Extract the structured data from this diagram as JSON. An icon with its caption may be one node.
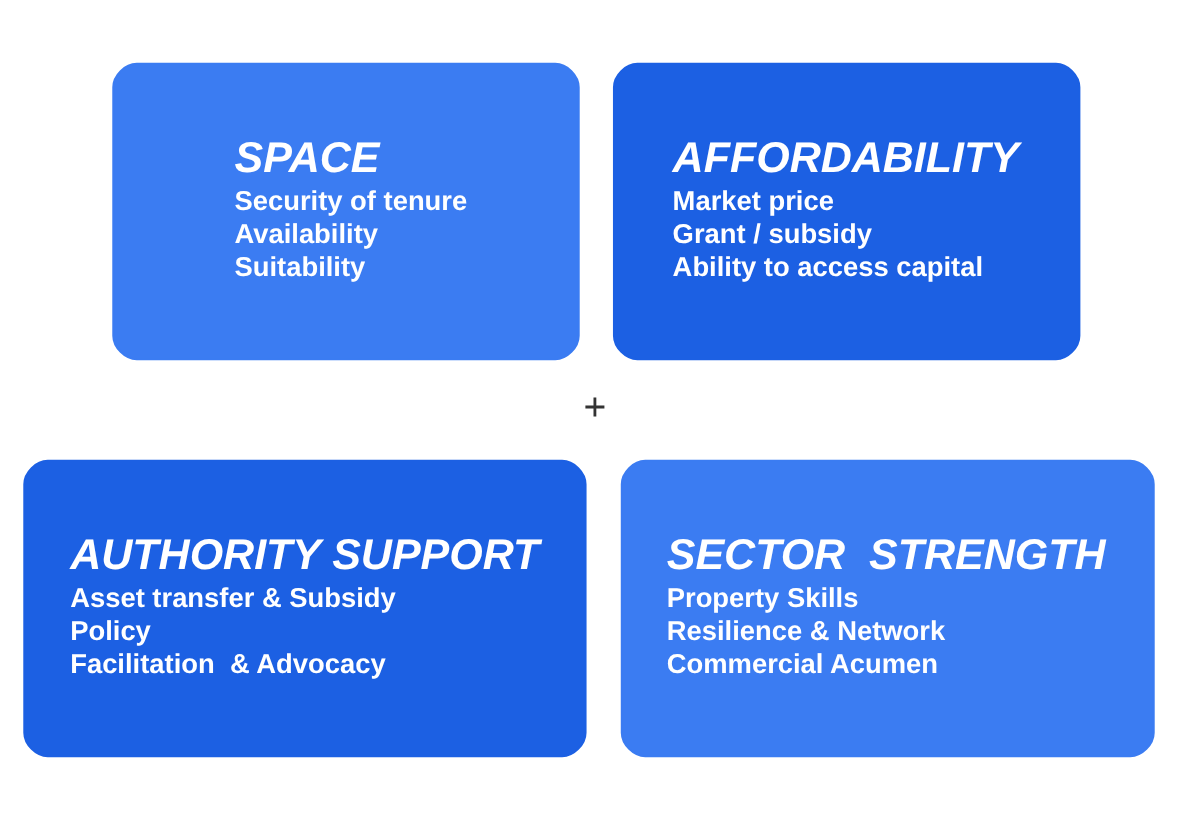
{
  "diagram": {
    "nodes": [
      {
        "text": [
          "SPACE",
          "Security of tenure",
          "Availability",
          "Suitability"
        ]
      },
      {
        "text": [
          "AFFORDABILITY",
          "Market price",
          "Grant / subsidy",
          "Ability to access capital"
        ]
      },
      {
        "text": [
          "AUTHORITY SUPPORT",
          "Asset transfer & Subsidy",
          "Policy",
          "Facilitation  & Advocacy"
        ]
      },
      {
        "text": [
          "SECTOR  STRENGTH",
          "Property Skills",
          "Resilience & Network",
          "Commercial Acumen"
        ]
      }
    ],
    "labels": [
      "+"
    ]
  }
}
